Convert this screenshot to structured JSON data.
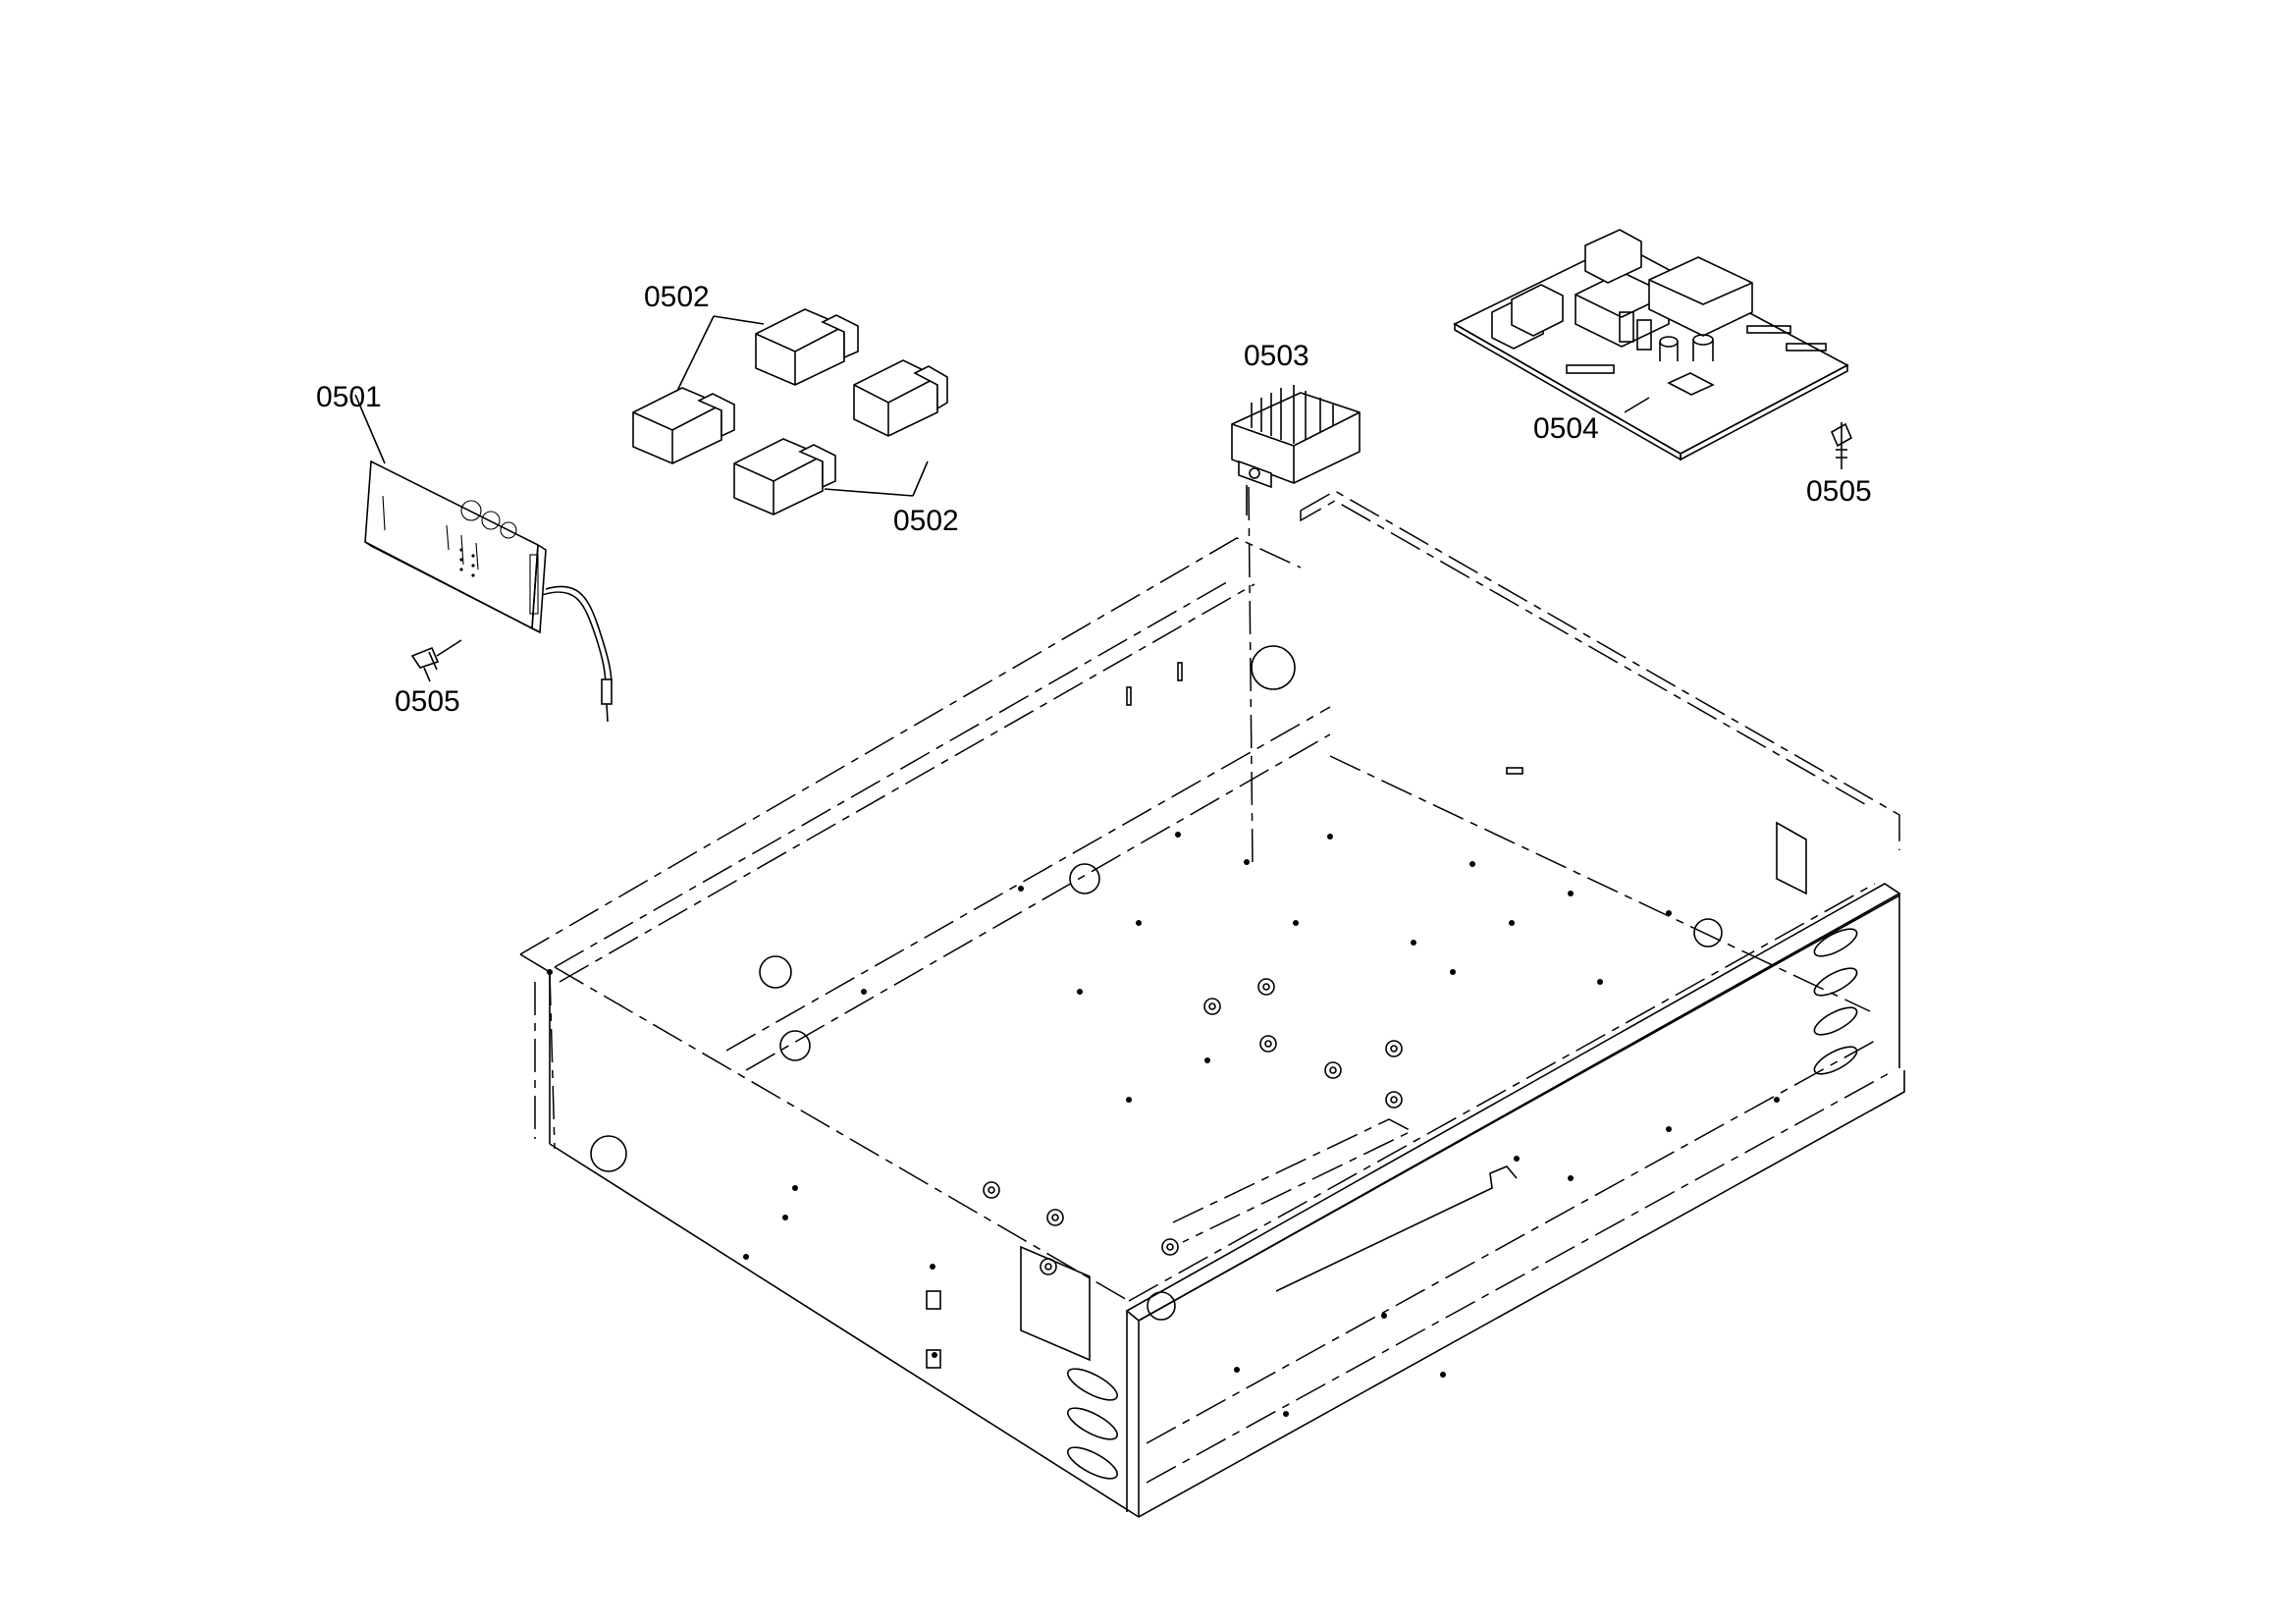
{
  "labels": {
    "p0501": "0501",
    "p0502_top": "0502",
    "p0502_bottom": "0502",
    "p0503": "0503",
    "p0504": "0504",
    "p0505_left": "0505",
    "p0505_right": "0505"
  }
}
